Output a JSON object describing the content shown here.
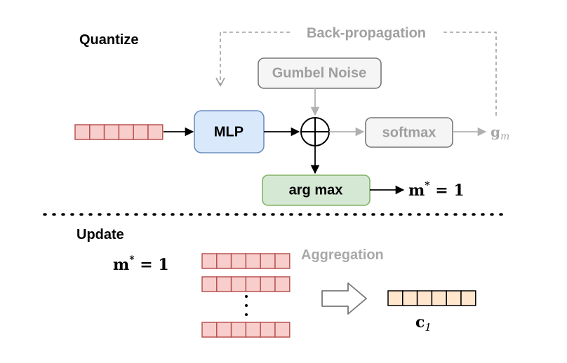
{
  "quantize_section": {
    "title": "Quantize",
    "backprop_label": "Back-propagation",
    "gumbel_label": "Gumbel Noise",
    "mlp_label": "MLP",
    "softmax_label": "softmax",
    "gm_main": "g",
    "gm_sub": "m",
    "argmax_label": "arg max",
    "result_main": "m",
    "result_sup": "*",
    "result_rest": " = 1"
  },
  "update_section": {
    "title": "Update",
    "m_main": "m",
    "m_sup": "*",
    "m_rest": " = 1",
    "aggregation_label": "Aggregation",
    "output_main": "c",
    "output_sub": "1"
  },
  "colors": {
    "vector_red_fill": "#f8cecc",
    "vector_red_stroke": "#b85450",
    "mlp_fill": "#dae8fc",
    "mlp_stroke": "#6c8ebf",
    "argmax_fill": "#d5e8d4",
    "argmax_stroke": "#82b366",
    "gray_fill": "#f5f5f5",
    "gray_stroke": "#666666",
    "gray_text": "#9e9e9e",
    "output_fill": "#ffe6cc",
    "output_stroke": "#000000"
  },
  "icons": {
    "xor": "circled-plus-icon",
    "hollow_arrow": "hollow-right-arrow-icon"
  }
}
